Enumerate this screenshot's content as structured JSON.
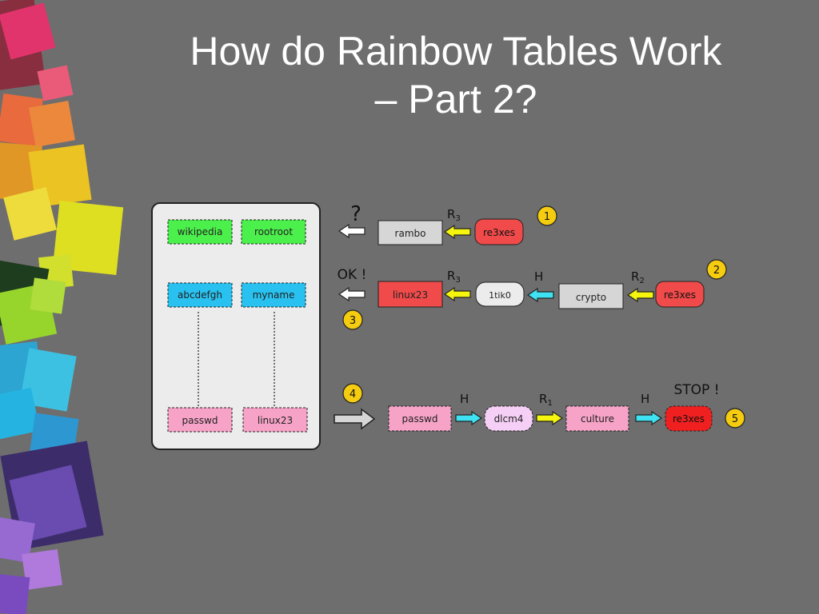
{
  "title": {
    "line1": "How do Rainbow Tables Work",
    "line2": "– Part 2?"
  },
  "colors": {
    "background": "#6e6e6e",
    "green_box": "#4cf04c",
    "cyan_box": "#29c2f0",
    "pink_box": "#f6a3c7",
    "red_box": "#f04a4a",
    "gray_box": "#d6d6d6",
    "white_box": "#ececec",
    "lilac_box": "#f5cff5",
    "hash_arrow": "#3fe2f2",
    "reduce_arrow": "#f5f50e",
    "badge": "#f5cc10"
  },
  "table": {
    "rows": [
      {
        "start": "wikipedia",
        "end": "rootroot"
      },
      {
        "start": "abcdefgh",
        "end": "myname"
      },
      {
        "start": "passwd",
        "end": "linux23"
      }
    ]
  },
  "chain1": {
    "question": "?",
    "result": "rambo",
    "reduce_label": "R",
    "reduce_sub": "3",
    "hash": "re3xes",
    "step": "1"
  },
  "chain2": {
    "status": "OK !",
    "found": "linux23",
    "r3_label": "R",
    "r3_sub": "3",
    "mid": "1tik0",
    "h_label": "H",
    "crypto": "crypto",
    "r2_label": "R",
    "r2_sub": "2",
    "hash": "re3xes",
    "step_start": "2",
    "step_end": "3"
  },
  "chain3": {
    "step_start": "4",
    "start": "passwd",
    "h1_label": "H",
    "v1": "dlcm4",
    "r1_label": "R",
    "r1_sub": "1",
    "v2": "culture",
    "h2_label": "H",
    "end": "re3xes",
    "stop": "STOP !",
    "step_end": "5"
  }
}
